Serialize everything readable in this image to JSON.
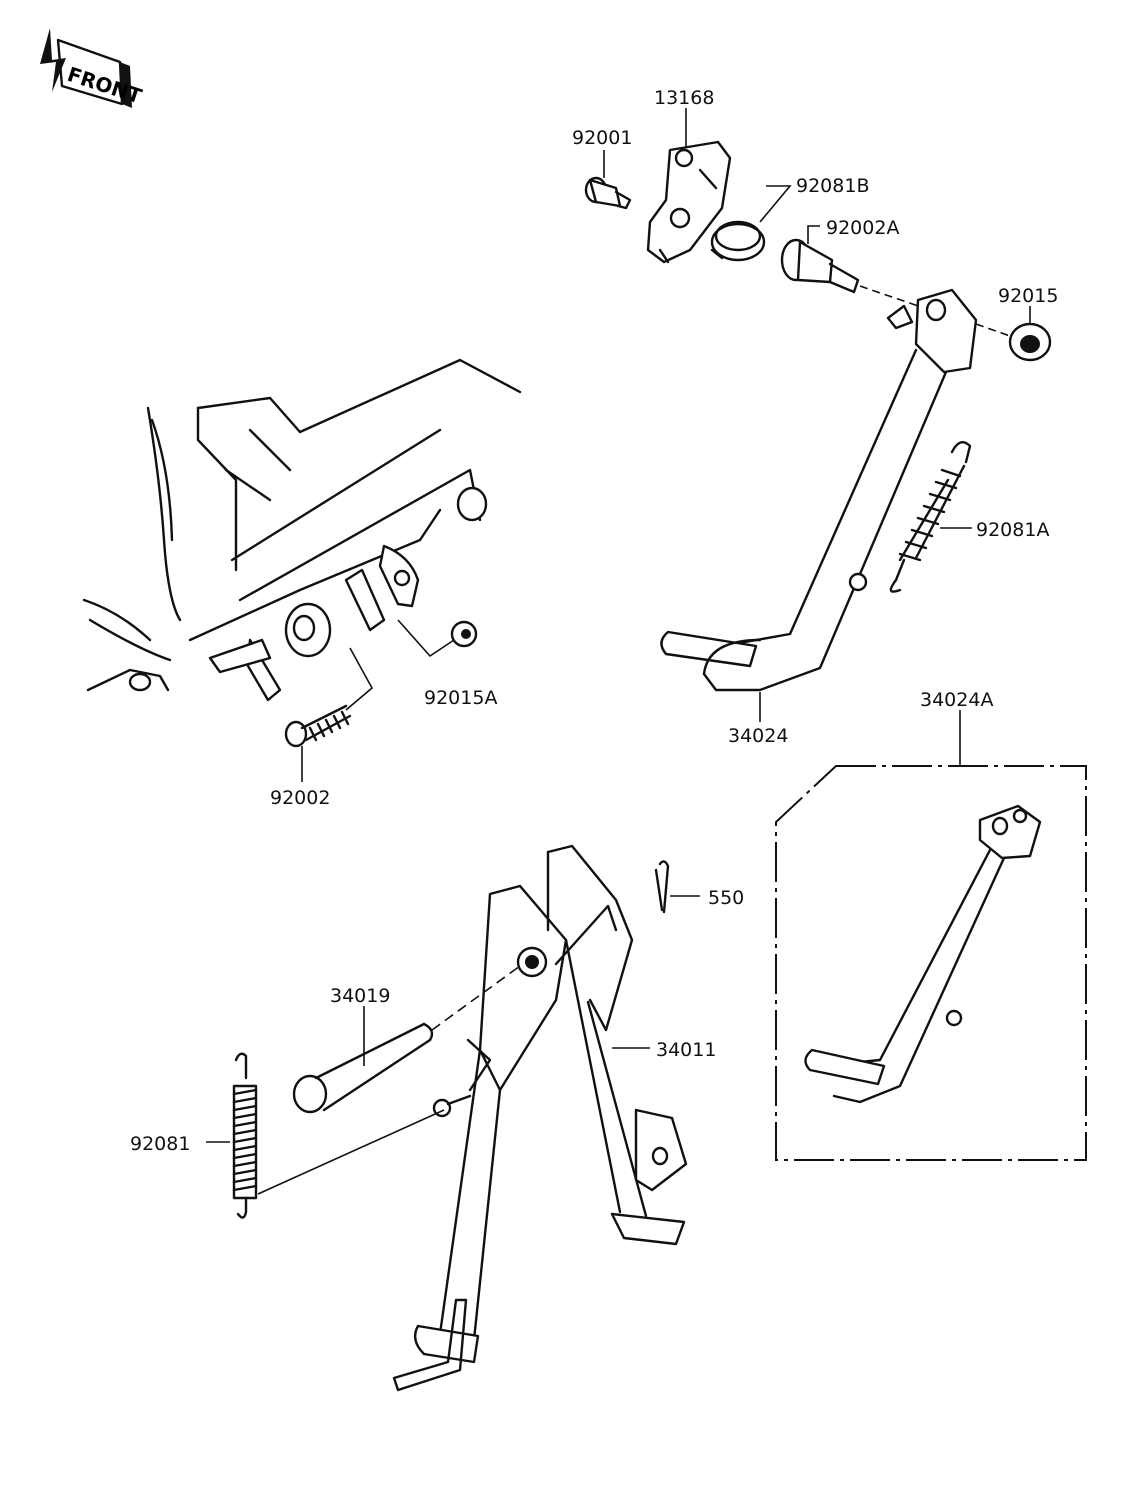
{
  "front_label": "FRONT",
  "labels": {
    "p13168": "13168",
    "p92001": "92001",
    "p92081b": "92081B",
    "p92002a": "92002A",
    "p92015": "92015",
    "p92081a": "92081A",
    "p92015a": "92015A",
    "p92002": "92002",
    "p34024": "34024",
    "p34024a": "34024A",
    "p550": "550",
    "p34019": "34019",
    "p34011": "34011",
    "p92081": "92081"
  }
}
